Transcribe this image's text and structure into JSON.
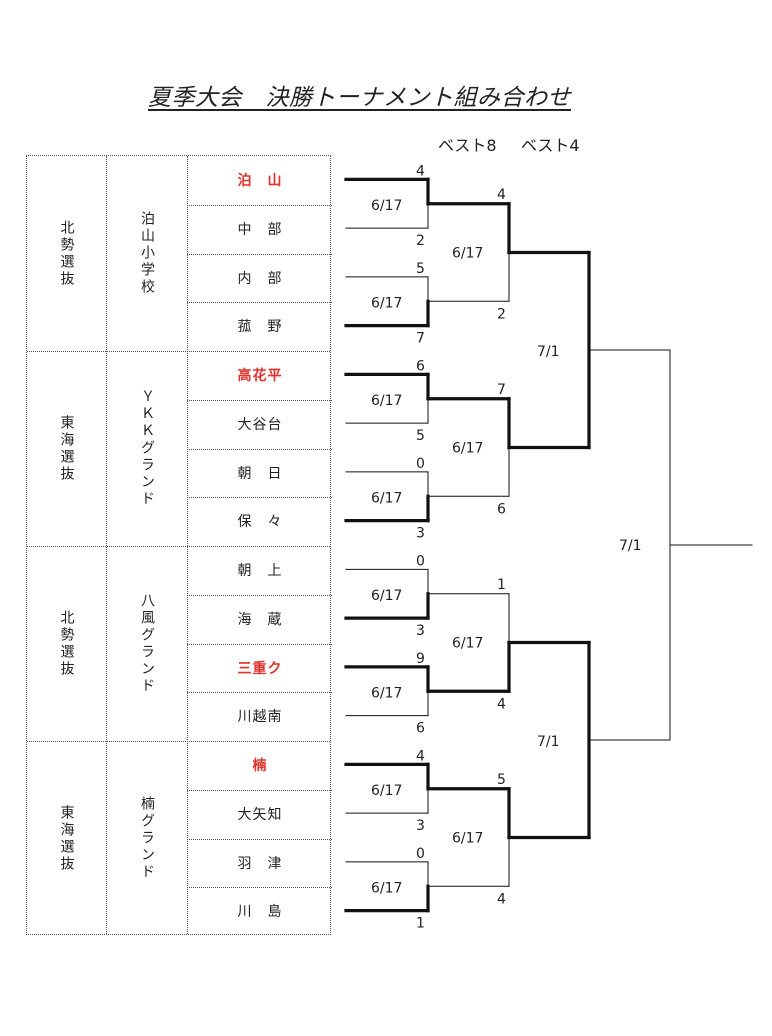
{
  "title": "夏季大会　決勝トーナメント組み合わせ",
  "rounds": {
    "best8": "ベスト8",
    "best4": "ベスト4"
  },
  "groups": [
    {
      "name": "北勢選抜",
      "venue": "泊山小学校"
    },
    {
      "name": "東海選抜",
      "venue": "ＹＫＫグランド"
    },
    {
      "name": "北勢選抜",
      "venue": "八風グランド"
    },
    {
      "name": "東海選抜",
      "venue": "楠グランド"
    }
  ],
  "teams": [
    {
      "name": "泊　山",
      "winner": true
    },
    {
      "name": "中　部",
      "winner": false
    },
    {
      "name": "内　部",
      "winner": false
    },
    {
      "name": "菰　野",
      "winner": false
    },
    {
      "name": "高花平",
      "winner": true
    },
    {
      "name": "大谷台",
      "winner": false
    },
    {
      "name": "朝　日",
      "winner": false
    },
    {
      "name": "保　々",
      "winner": false
    },
    {
      "name": "朝　上",
      "winner": false
    },
    {
      "name": "海　蔵",
      "winner": false
    },
    {
      "name": "三重ク",
      "winner": true
    },
    {
      "name": "川越南",
      "winner": false
    },
    {
      "name": "楠",
      "winner": true
    },
    {
      "name": "大矢知",
      "winner": false
    },
    {
      "name": "羽　津",
      "winner": false
    },
    {
      "name": "川　島",
      "winner": false
    }
  ],
  "round1": [
    {
      "date": "6/17",
      "top_score": "4",
      "bottom_score": "2",
      "winner": "top"
    },
    {
      "date": "6/17",
      "top_score": "5",
      "bottom_score": "7",
      "winner": "bottom"
    },
    {
      "date": "6/17",
      "top_score": "6",
      "bottom_score": "5",
      "winner": "top"
    },
    {
      "date": "6/17",
      "top_score": "0",
      "bottom_score": "3",
      "winner": "bottom"
    },
    {
      "date": "6/17",
      "top_score": "0",
      "bottom_score": "3",
      "winner": "bottom"
    },
    {
      "date": "6/17",
      "top_score": "9",
      "bottom_score": "6",
      "winner": "top"
    },
    {
      "date": "6/17",
      "top_score": "4",
      "bottom_score": "3",
      "winner": "top"
    },
    {
      "date": "6/17",
      "top_score": "0",
      "bottom_score": "1",
      "winner": "bottom"
    }
  ],
  "round2": [
    {
      "date": "6/17",
      "top_score": "4",
      "bottom_score": "2",
      "winner": "top"
    },
    {
      "date": "6/17",
      "top_score": "7",
      "bottom_score": "6",
      "winner": "top"
    },
    {
      "date": "6/17",
      "top_score": "1",
      "bottom_score": "4",
      "winner": "bottom"
    },
    {
      "date": "6/17",
      "top_score": "5",
      "bottom_score": "4",
      "winner": "top"
    }
  ],
  "round3": [
    {
      "date": "7/1",
      "winner": ""
    },
    {
      "date": "7/1",
      "winner": ""
    }
  ],
  "final": {
    "date": "7/1"
  }
}
